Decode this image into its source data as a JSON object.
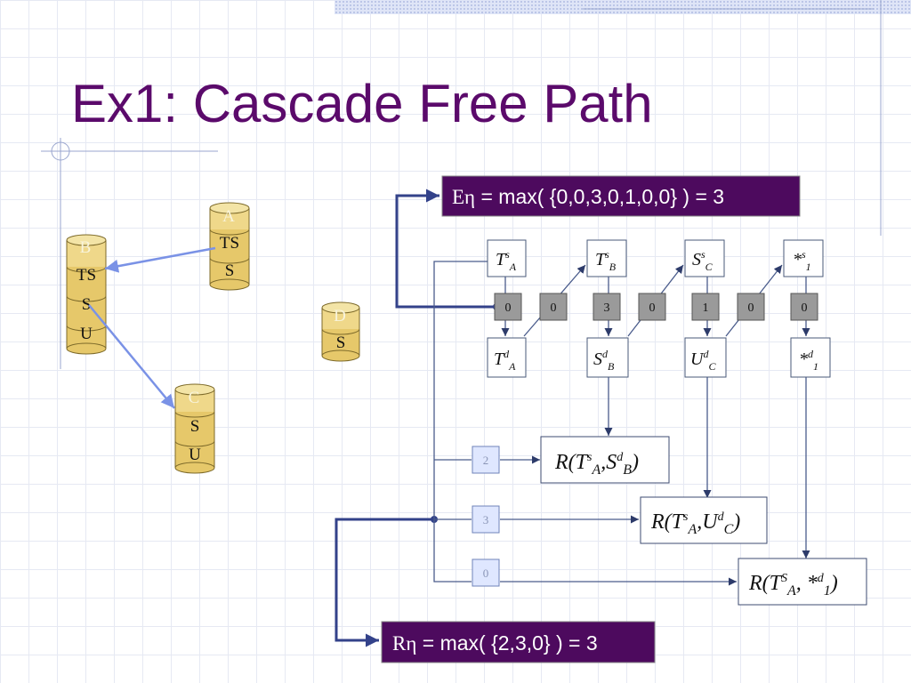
{
  "slide": {
    "title": "Ex1: Cascade Free Path"
  },
  "cylinders": {
    "A": {
      "name": "A",
      "layers": [
        "TS",
        "S"
      ]
    },
    "B": {
      "name": "B",
      "layers": [
        "TS",
        "S",
        "U"
      ]
    },
    "C": {
      "name": "C",
      "layers": [
        "S",
        "U"
      ]
    },
    "D": {
      "name": "D",
      "layers": [
        "S"
      ]
    }
  },
  "banners": {
    "e_eta": {
      "symbol": "Eη",
      "formula": " = max( {0,0,3,0,1,0,0} ) = 3"
    },
    "r_eta": {
      "symbol": "Rη",
      "formula": " = max( {2,3,0} ) = 3"
    }
  },
  "chain": {
    "top_nodes": [
      {
        "base": "T",
        "sup": "s",
        "sub": "A"
      },
      {
        "base": "T",
        "sup": "s",
        "sub": "B"
      },
      {
        "base": "S",
        "sup": "s",
        "sub": "C"
      },
      {
        "base": "*",
        "sup": "s",
        "sub": "1"
      }
    ],
    "bottom_nodes": [
      {
        "base": "T",
        "sup": "d",
        "sub": "A"
      },
      {
        "base": "S",
        "sup": "d",
        "sub": "B"
      },
      {
        "base": "U",
        "sup": "d",
        "sub": "C"
      },
      {
        "base": "*",
        "sup": "d",
        "sub": "1"
      }
    ],
    "counters": [
      "0",
      "0",
      "3",
      "0",
      "1",
      "0",
      "0"
    ]
  },
  "results": [
    {
      "value": "2",
      "base": "R(",
      "t_sup": "s",
      "t_sub": "A",
      "sep": ",",
      "n_base": "S",
      "n_sup": "d",
      "n_sub": "B",
      "close": ")"
    },
    {
      "value": "3",
      "base": "R(",
      "t_sup": "s",
      "t_sub": "A",
      "sep": ",",
      "n_base": "U",
      "n_sup": "d",
      "n_sub": "C",
      "close": ")"
    },
    {
      "value": "0",
      "base": "R(",
      "t_sup": "S",
      "t_sub": "A",
      "sep": ", ",
      "n_base": "*",
      "n_sup": "d",
      "n_sub": "1",
      "close": ")"
    }
  ]
}
